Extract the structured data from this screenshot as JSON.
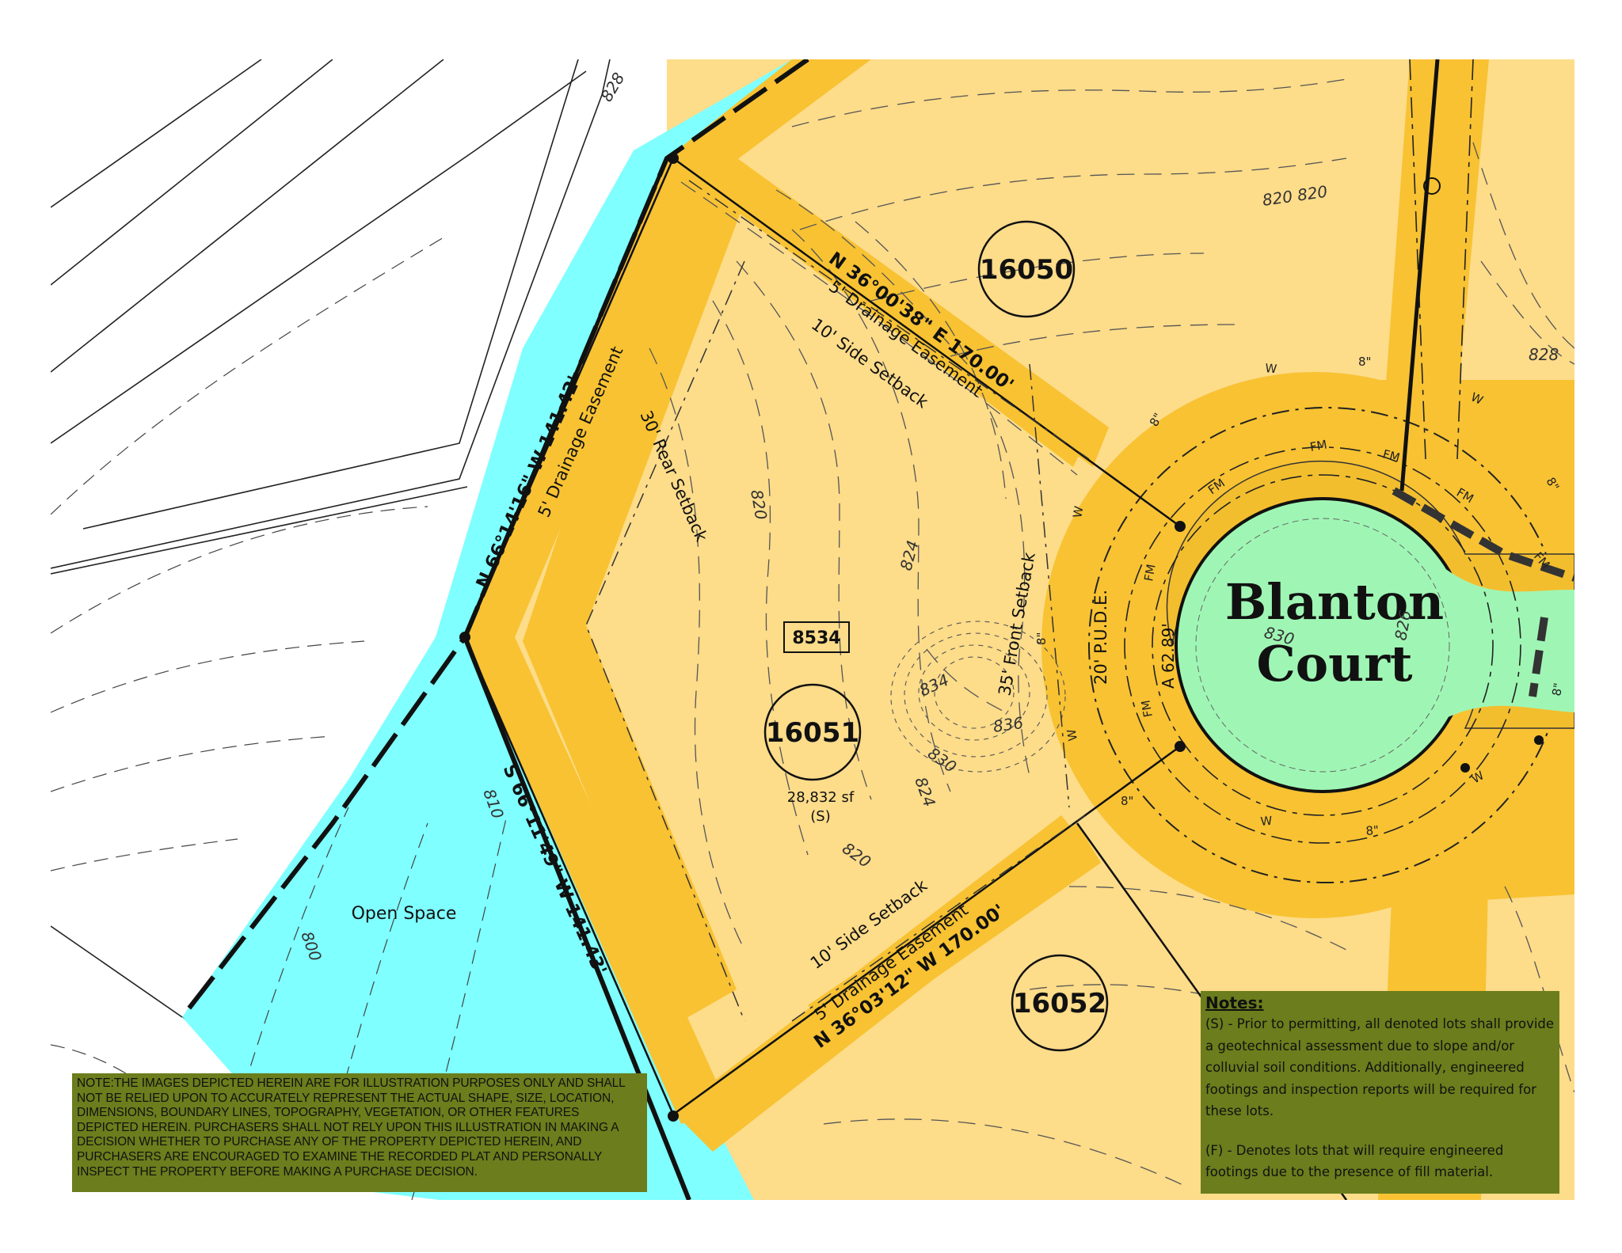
{
  "street": {
    "line1": "Blanton",
    "line2": "Court"
  },
  "lots": [
    {
      "number": "16050"
    },
    {
      "number": "16051",
      "address": "8534",
      "area": "28,832 sf",
      "note": "(S)"
    },
    {
      "number": "16052"
    }
  ],
  "open_space": "Open Space",
  "bearings": {
    "north_line": "N 36°00'38\" E   170.00'",
    "south_line": "N 36°03'12\" W   170.00'",
    "west_upper": "N 66°14'16\" W   141.42'",
    "west_lower": "S 66°11'49\" W   141.43'",
    "arc": "A 62.89'"
  },
  "easements": {
    "drainage_north": "5' Drainage Easement",
    "drainage_south": "5' Drainage Easement",
    "drainage_west": "5' Drainage Easement",
    "pude": "20' P.U.D.E."
  },
  "setbacks": {
    "side_north": "10' Side Setback",
    "side_south": "10' Side Setback",
    "rear": "30' Rear Setback",
    "front": "35' Front Setback"
  },
  "contours": [
    "828",
    "820 820",
    "828",
    "820",
    "824",
    "830",
    "834",
    "836",
    "830",
    "824",
    "820",
    "810",
    "800",
    "826"
  ],
  "utility_labels": {
    "water": "W",
    "force_main": "FM",
    "pipe": "8\""
  },
  "disclaimer": "NOTE:THE IMAGES DEPICTED HEREIN ARE FOR ILLUSTRATION PURPOSES ONLY AND SHALL NOT BE RELIED UPON TO ACCURATELY REPRESENT THE ACTUAL SHAPE, SIZE, LOCATION, DIMENSIONS, BOUNDARY LINES, TOPOGRAPHY, VEGETATION, OR OTHER FEATURES DEPICTED HEREIN. PURCHASERS SHALL NOT RELY UPON THIS ILLUSTRATION IN MAKING A DECISION WHETHER TO PURCHASE ANY OF THE PROPERTY DEPICTED HEREIN, AND PURCHASERS ARE ENCOURAGED TO EXAMINE THE RECORDED PLAT AND PERSONALLY INSPECT THE PROPERTY BEFORE MAKING A PURCHASE DECISION.",
  "notes": {
    "title": "Notes:",
    "s_note": "(S) - Prior to permitting, all denoted lots shall provide a geotechnical assessment due to slope and/or colluvial soil conditions.  Additionally, engineered footings and inspection reports will be required for these lots.",
    "f_note": "(F) - Denotes lots that will require engineered footings due to the presence of fill material."
  },
  "colors": {
    "lot_fill": "#fddc8a",
    "easement_band": "#f8c232",
    "open_space": "#7fffff",
    "cul_de_sac": "#9ff6b4",
    "notes_bg": "#6b7d1c"
  }
}
